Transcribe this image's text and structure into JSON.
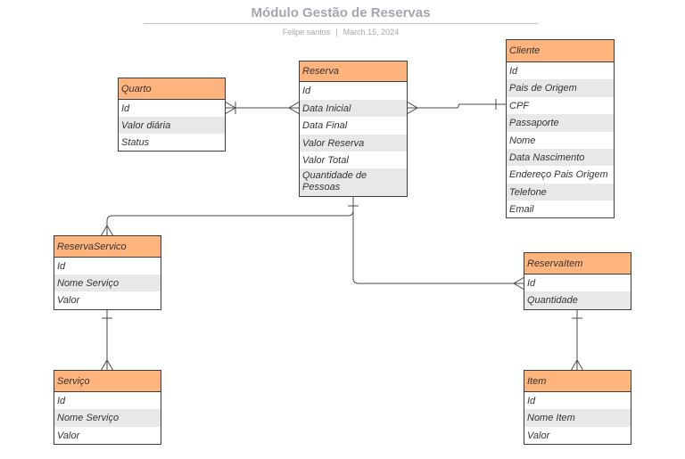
{
  "header": {
    "title": "Módulo Gestão de Reservas",
    "author": "Felipe santos",
    "separator": "|",
    "date": "March 15, 2024"
  },
  "entities": {
    "quarto": {
      "title": "Quarto",
      "fields": [
        "Id",
        "Valor diária",
        "Status"
      ]
    },
    "reserva": {
      "title": "Reserva",
      "fields": [
        "Id",
        "Data Inicial",
        "Data Final",
        "Valor Reserva",
        "Valor Total",
        "Quantidade de Pessoas"
      ]
    },
    "cliente": {
      "title": "Cliente",
      "fields": [
        "Id",
        "Pais de Origem",
        "CPF",
        "Passaporte",
        "Nome",
        "Data Nascimento",
        "Endereço Pais Origem",
        "Telefone",
        "Email"
      ]
    },
    "reservaservico": {
      "title": "ReservaServico",
      "fields": [
        "Id",
        "Nome Serviço",
        "Valor"
      ]
    },
    "reservaitem": {
      "title": "ReservaItem",
      "fields": [
        "Id",
        "Quantidade"
      ]
    },
    "servico": {
      "title": "Serviço",
      "fields": [
        "Id",
        "Nome Serviço",
        "Valor"
      ]
    },
    "item": {
      "title": "Item",
      "fields": [
        "Id",
        "Nome Item",
        "Valor"
      ]
    }
  },
  "colors": {
    "header_fill": "#ffb37d",
    "alt_row_fill": "#e8e8e8",
    "line": "#4a4a4a"
  }
}
